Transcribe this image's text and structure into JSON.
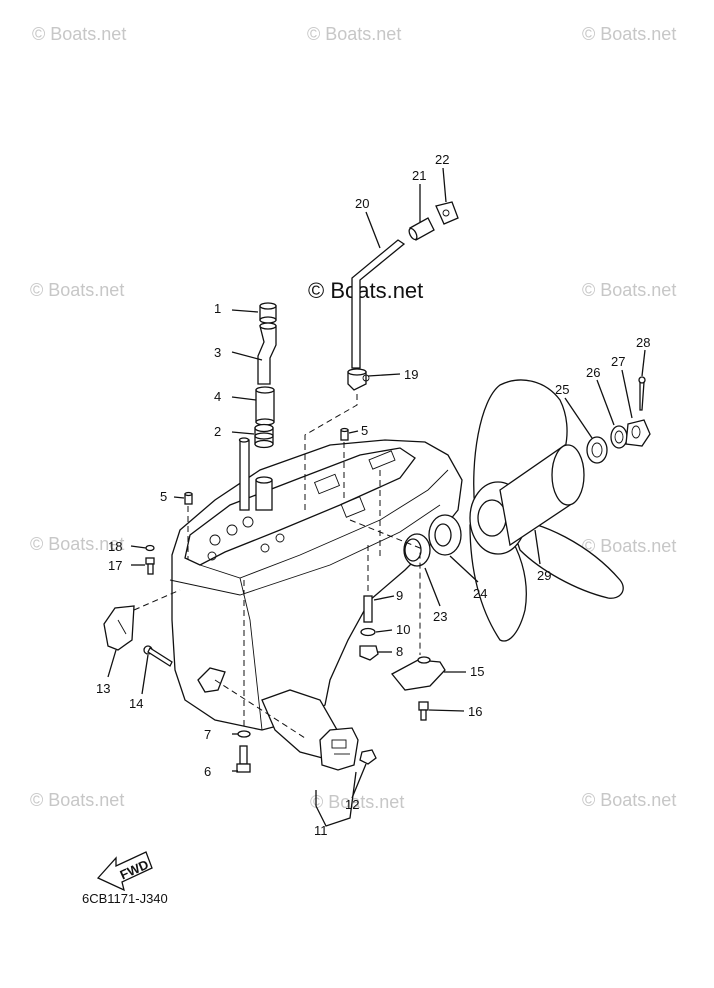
{
  "watermark": {
    "text": "© Boats.net"
  },
  "watermark_main": {
    "text": "© Boats.net"
  },
  "diagram_code": "6CB1171-J340",
  "fwd_label": "FWD",
  "callouts": {
    "c1": "1",
    "c2": "2",
    "c3": "3",
    "c4": "4",
    "c5a": "5",
    "c5b": "5",
    "c6": "6",
    "c7": "7",
    "c8": "8",
    "c9": "9",
    "c10": "10",
    "c11": "11",
    "c12": "12",
    "c13": "13",
    "c14": "14",
    "c15": "15",
    "c16": "16",
    "c17": "17",
    "c18": "18",
    "c19": "19",
    "c20": "20",
    "c21": "21",
    "c22": "22",
    "c23": "23",
    "c24": "24",
    "c25": "25",
    "c26": "26",
    "c27": "27",
    "c28": "28",
    "c29": "29"
  }
}
